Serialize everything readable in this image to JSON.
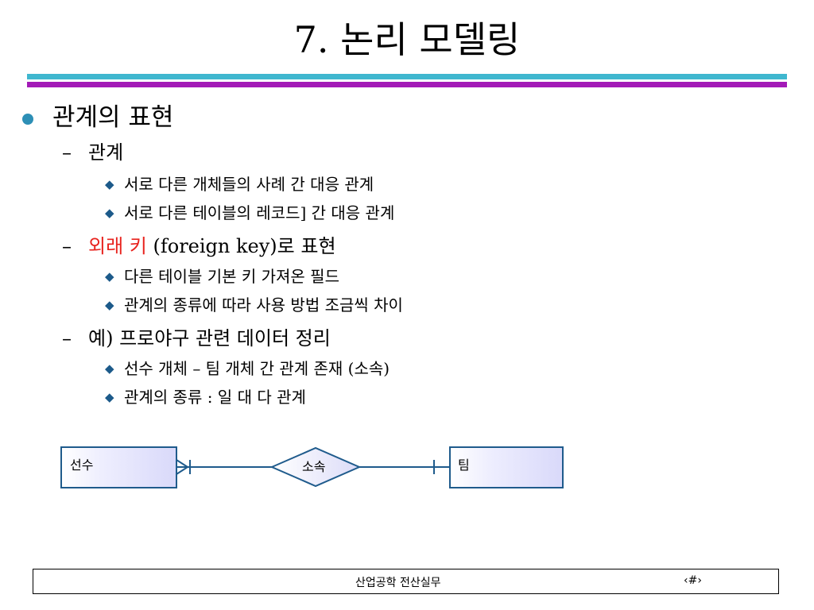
{
  "slide": {
    "title": "7. 논리 모델링",
    "bullet": "관계의 표현",
    "items": [
      {
        "label": "관계",
        "subitems": [
          "서로 다른 개체들의 사례 간 대응 관계",
          "서로 다른 테이블의 레코드] 간 대응 관계"
        ]
      },
      {
        "label_red": "외래 키",
        "label_rest": " (foreign key)로 표현",
        "subitems": [
          "다른 테이블 기본 키 가져온 필드",
          "관계의 종류에 따라 사용 방법 조금씩 차이"
        ]
      },
      {
        "label": "예) 프로야구 관련 데이터 정리",
        "subitems": [
          "선수 개체 – 팀 개체 간 관계 존재 (소속)",
          "관계의 종류 : 일 대 다 관계"
        ]
      }
    ],
    "dash_symbol": "–",
    "diamond_symbol": "◆"
  },
  "diagram": {
    "entity_left": "선수",
    "relationship": "소속",
    "entity_right": "팀",
    "left_cardinality": "many",
    "right_cardinality": "one"
  },
  "footer": {
    "text": "산업공학 전산실무",
    "page": "‹#›"
  },
  "colors": {
    "rule_top": "#3fb7cf",
    "rule_bottom": "#a31ab7",
    "bullet": "#2d8fb6",
    "highlight": "#e8231e",
    "diagram_stroke": "#1f5b8c"
  }
}
